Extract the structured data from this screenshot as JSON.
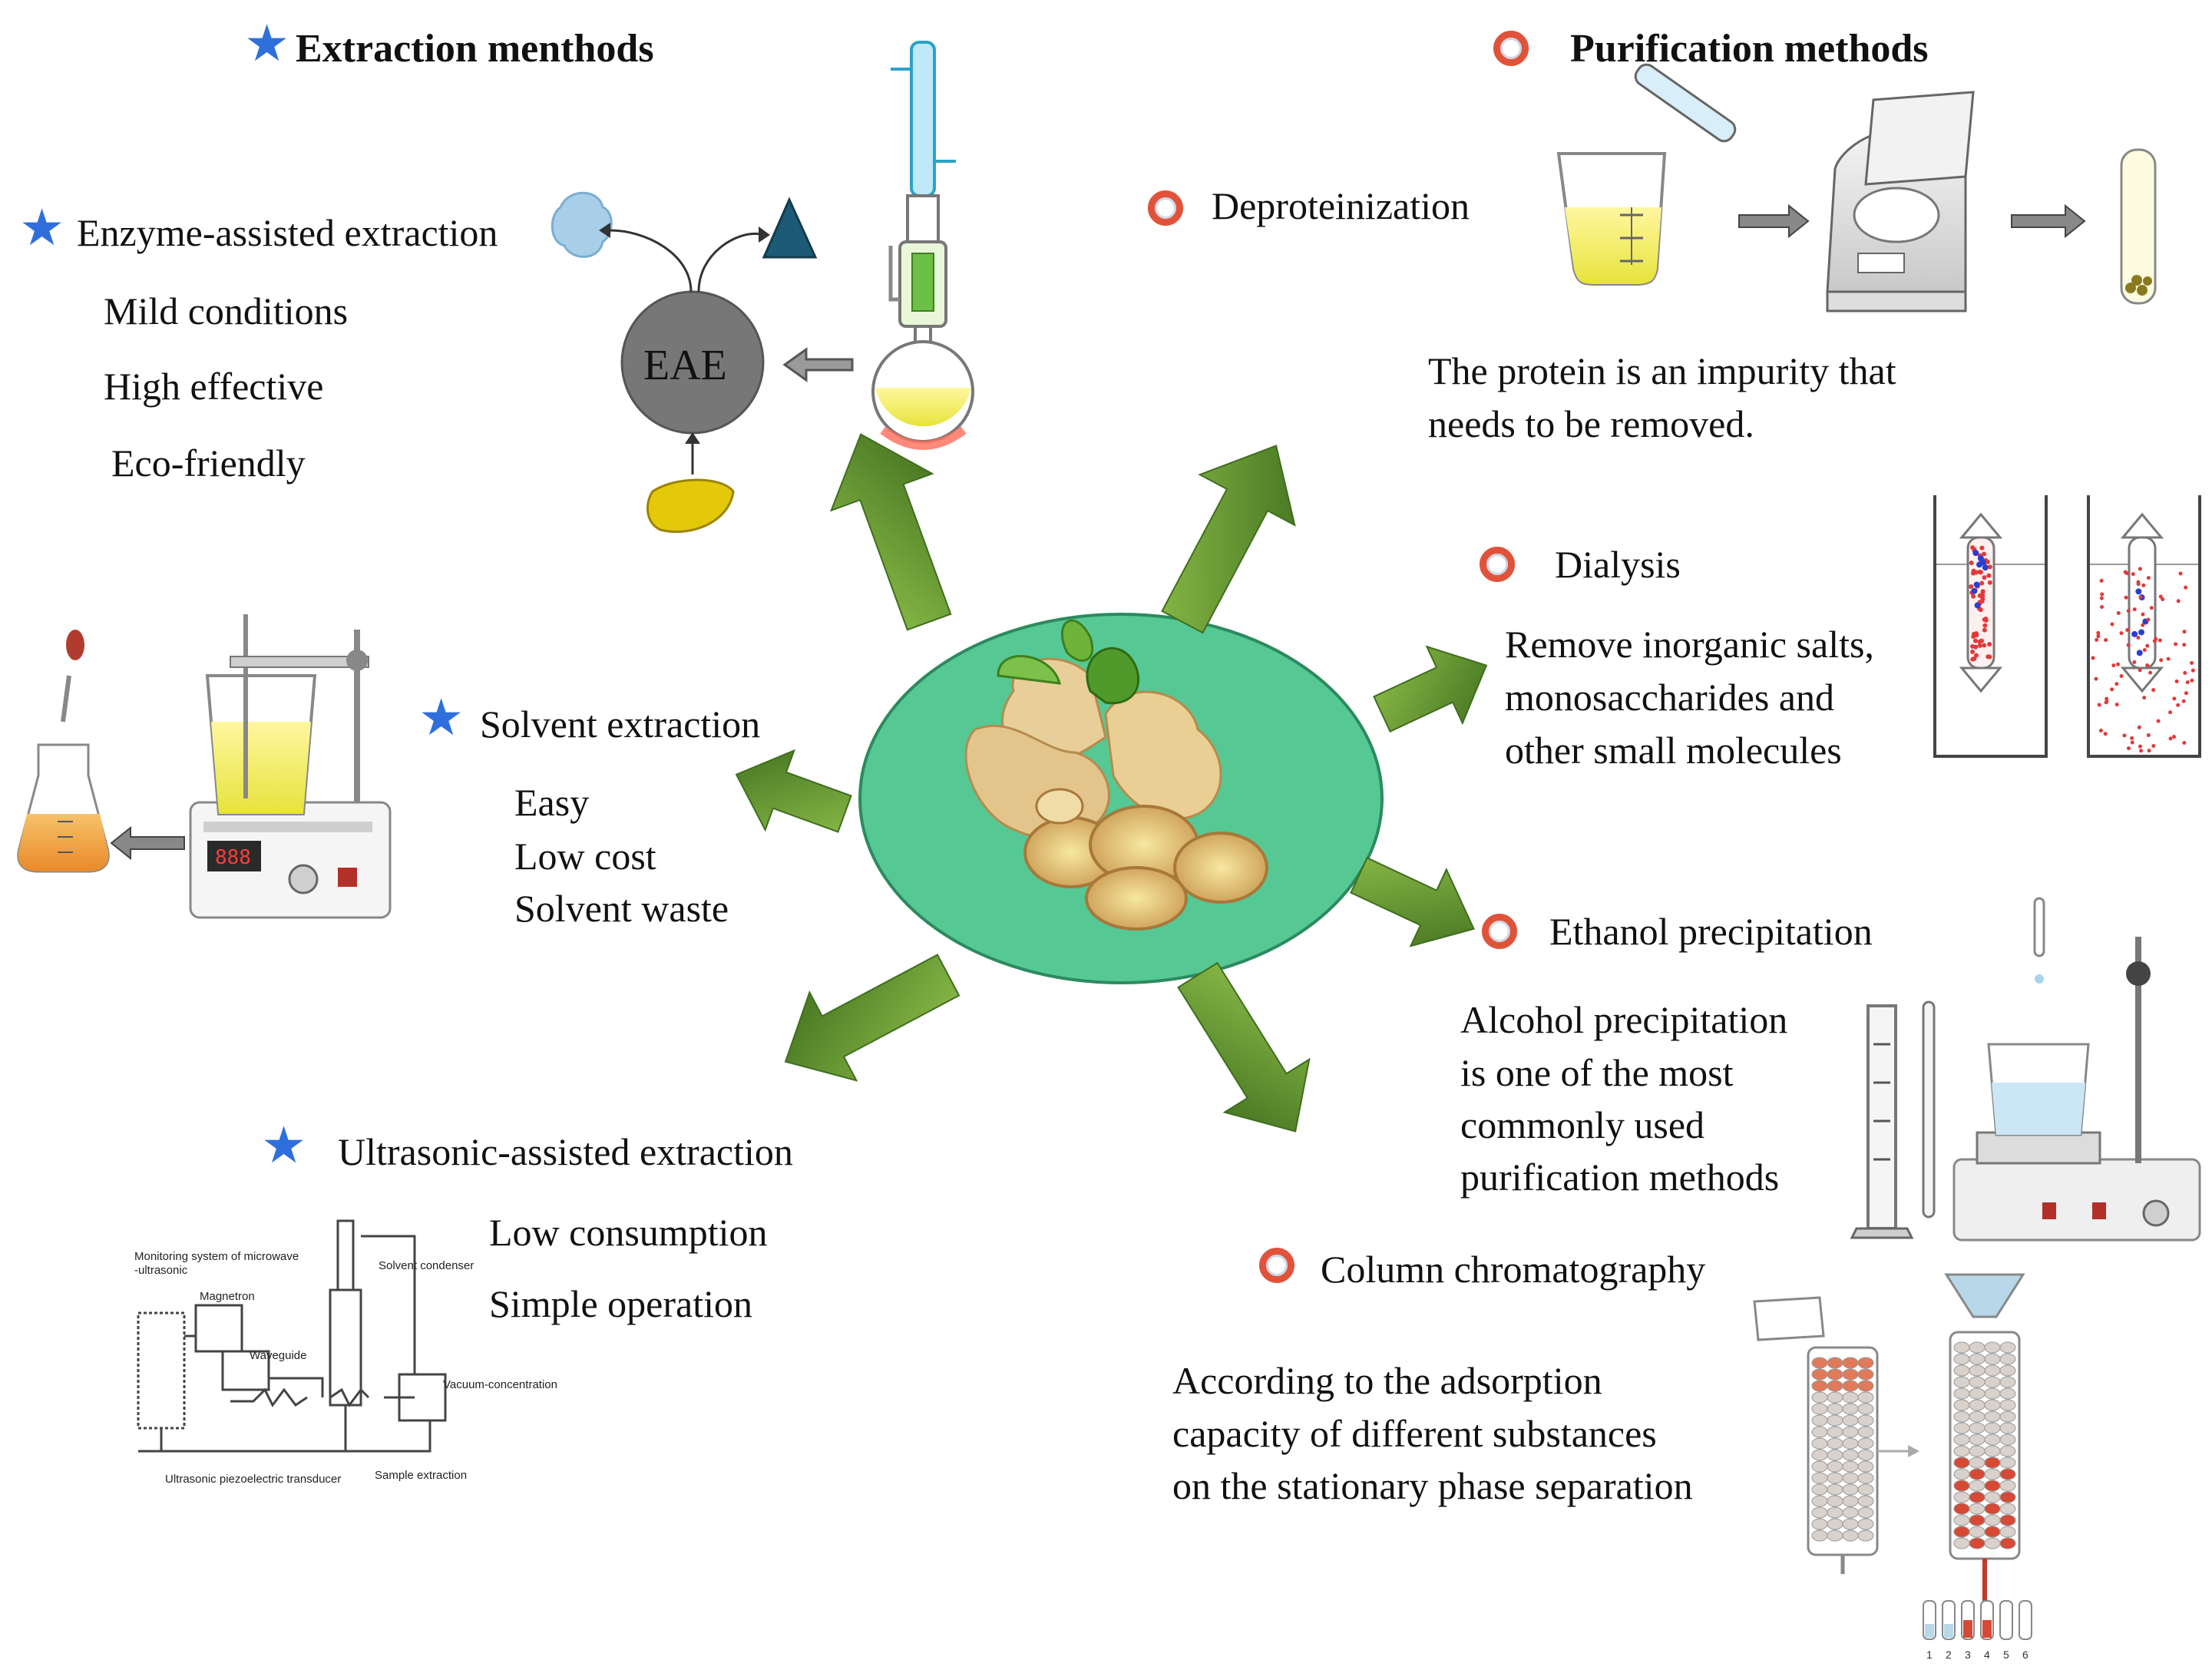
{
  "center": {
    "ellipse_color": "#55c894",
    "image": "ginger-root"
  },
  "extraction": {
    "heading": "Extraction menthods",
    "enzyme": {
      "title": "Enzyme-assisted extraction",
      "points": [
        "Mild conditions",
        "High effective",
        "Eco-friendly"
      ],
      "eae_label": "EAE"
    },
    "solvent": {
      "title": "Solvent extraction",
      "points": [
        "Easy",
        "Low cost",
        "Solvent waste"
      ]
    },
    "ultrasonic": {
      "title": "Ultrasonic-assisted extraction",
      "points": [
        "Low consumption",
        "Simple operation"
      ],
      "diagram_labels": {
        "monitoring": "Monitoring system of microwave",
        "monitoring2": "-ultrasonic",
        "magnetron": "Magnetron",
        "waveguide": "Waveguide",
        "condenser": "Solvent condenser",
        "vacuum": "Vacuum-concentration",
        "transducer": "Ultrasonic piezoelectric transducer",
        "sample": "Sample extraction"
      }
    }
  },
  "purification": {
    "heading": "Purification methods",
    "deproteinization": {
      "title": "Deproteinization",
      "desc": [
        "The protein is an impurity that",
        "needs to be removed."
      ]
    },
    "dialysis": {
      "title": "Dialysis",
      "desc": [
        "Remove inorganic salts,",
        "monosaccharides and",
        "other small molecules"
      ]
    },
    "ethanol": {
      "title": "Ethanol precipitation",
      "desc": [
        "Alcohol precipitation",
        "is one of the most",
        "commonly used",
        "purification methods"
      ]
    },
    "column": {
      "title": "Column chromatography",
      "desc": [
        "According to the adsorption",
        "capacity of different substances",
        "on the stationary phase separation"
      ],
      "tube_numbers": [
        "1",
        "2",
        "3",
        "4",
        "5",
        "6"
      ]
    }
  },
  "colors": {
    "arrow": "#5d8f2e",
    "star": "#2f6fdc",
    "ring": "#e0533a",
    "eae_circle": "#777777"
  }
}
